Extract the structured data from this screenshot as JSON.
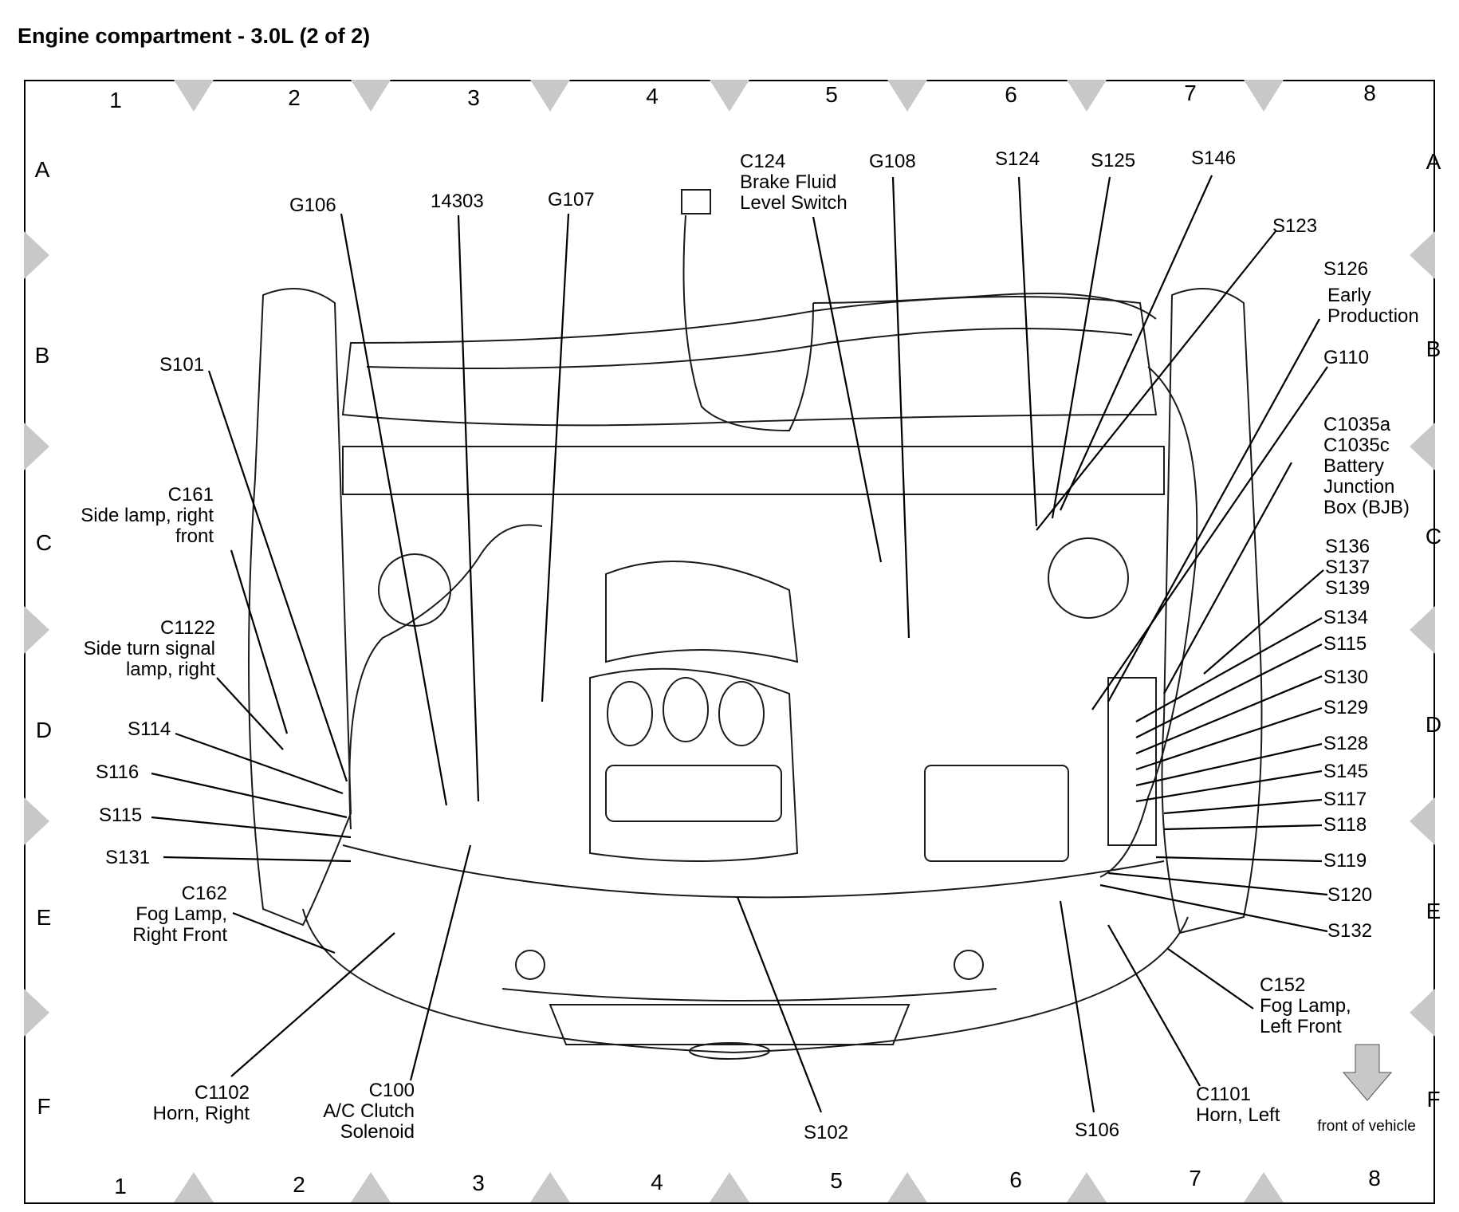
{
  "title": "Engine compartment - 3.0L (2 of 2)",
  "grid": {
    "columns": [
      "1",
      "2",
      "3",
      "4",
      "5",
      "6",
      "7",
      "8"
    ],
    "rows": [
      "A",
      "B",
      "C",
      "D",
      "E",
      "F"
    ]
  },
  "labels": {
    "g106": "G106",
    "c14303": "14303",
    "g107": "G107",
    "c124": [
      "C124",
      "Brake Fluid",
      "Level Switch"
    ],
    "g108": "G108",
    "s124": "S124",
    "s125": "S125",
    "s146": "S146",
    "s123": "S123",
    "s126": [
      "S126",
      "Early",
      "Production"
    ],
    "g110": "G110",
    "c1035": [
      "C1035a",
      "C1035c",
      "Battery",
      "Junction",
      "Box (BJB)"
    ],
    "s136": [
      "S136",
      "S137",
      "S139"
    ],
    "s134": "S134",
    "s115r": "S115",
    "s130": "S130",
    "s129": "S129",
    "s128": "S128",
    "s145": "S145",
    "s117": "S117",
    "s118": "S118",
    "s119": "S119",
    "s120": "S120",
    "s132": "S132",
    "c152": [
      "C152",
      "Fog Lamp,",
      "Left Front"
    ],
    "c1101": [
      "C1101",
      "Horn, Left"
    ],
    "s106": "S106",
    "s102": "S102",
    "c100": [
      "C100",
      "A/C Clutch",
      "Solenoid"
    ],
    "c1102": [
      "C1102",
      "Horn, Right"
    ],
    "c162": [
      "C162",
      "Fog Lamp,",
      "Right Front"
    ],
    "s131": "S131",
    "s115l": "S115",
    "s116": "S116",
    "s114": "S114",
    "c1122": [
      "C1122",
      "Side turn signal",
      "lamp, right"
    ],
    "c161": [
      "C161",
      "Side lamp, right",
      "front"
    ],
    "s101": "S101",
    "front": "front of vehicle"
  }
}
